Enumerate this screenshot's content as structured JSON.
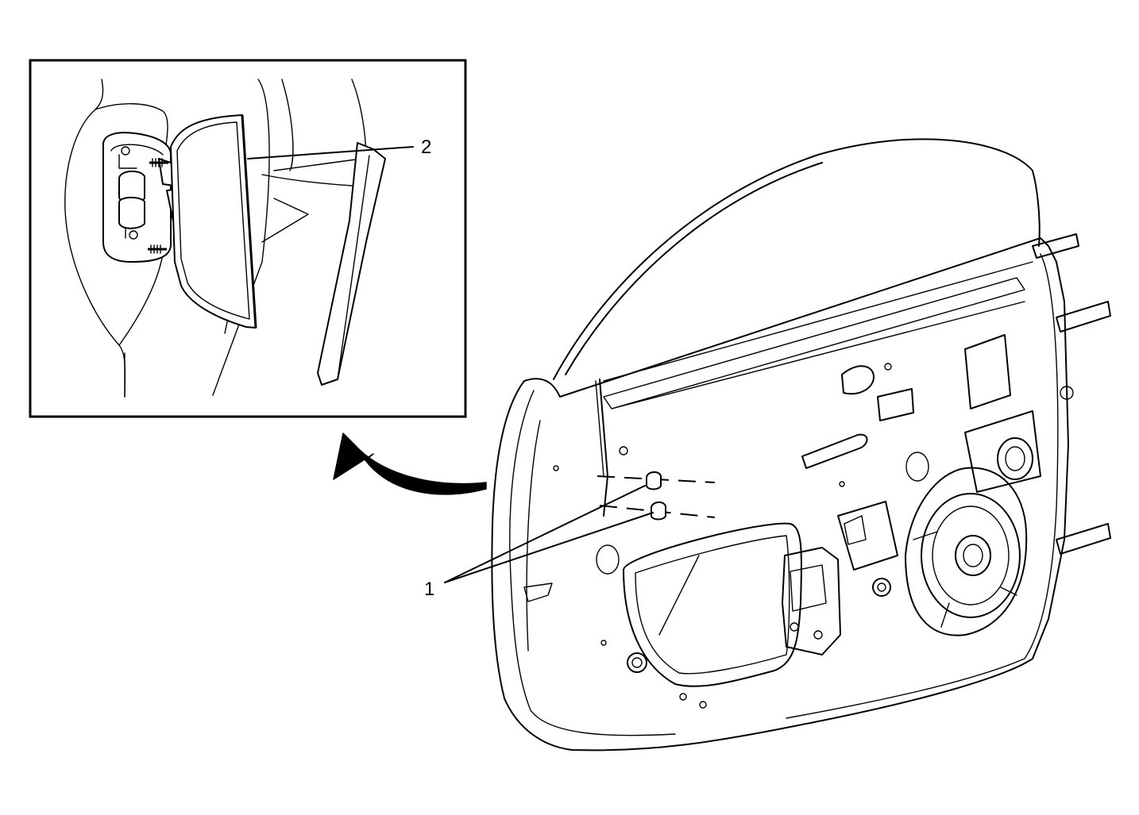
{
  "callouts": [
    {
      "id": "1",
      "label": "1"
    },
    {
      "id": "2",
      "label": "2"
    }
  ],
  "colors": {
    "line": "#000000",
    "background": "#ffffff"
  },
  "icons": {
    "arrow": "curved-arrow-icon"
  }
}
